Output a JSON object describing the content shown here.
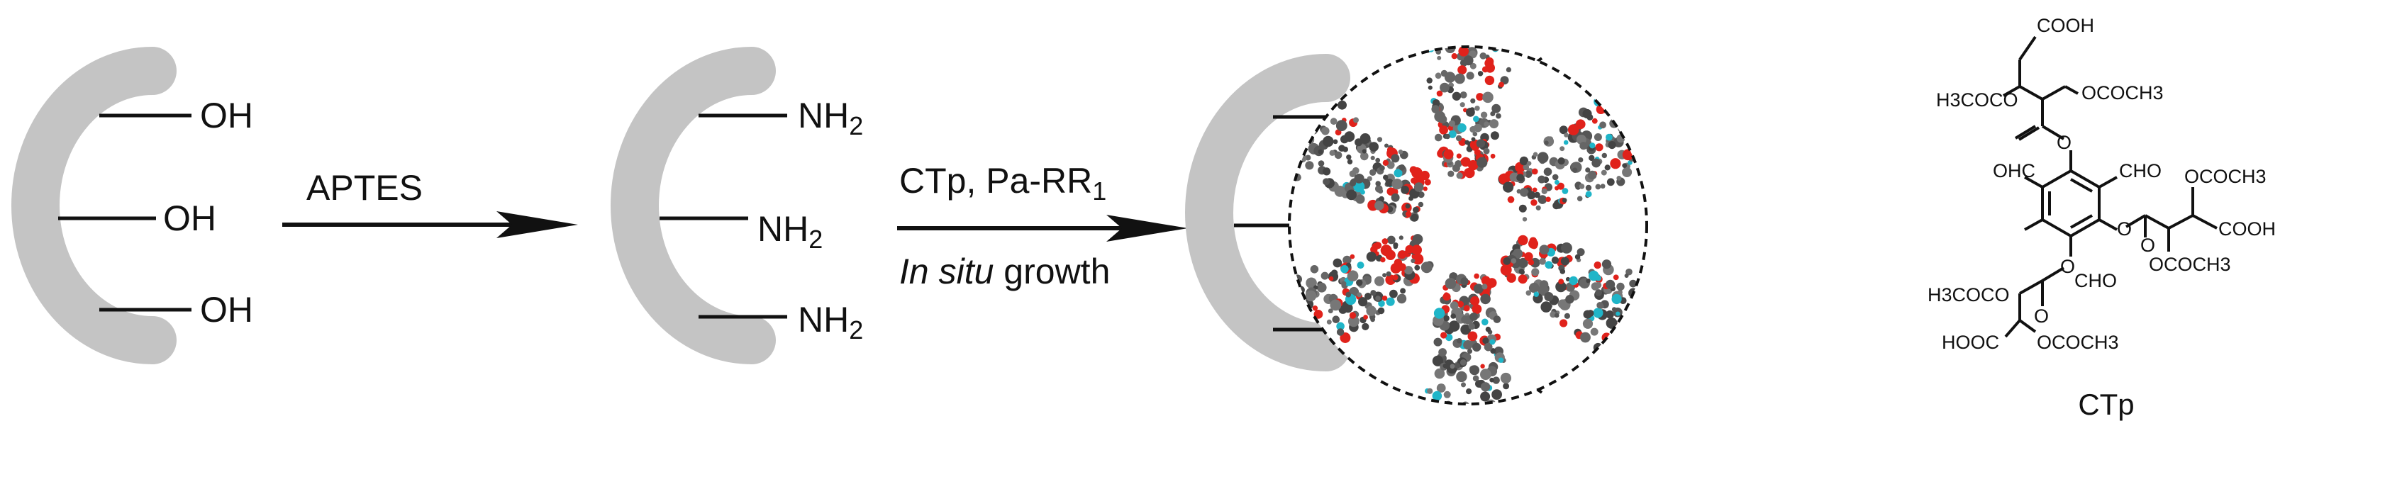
{
  "diagram": {
    "stage1": {
      "groups": [
        "OH",
        "OH",
        "OH"
      ]
    },
    "step1": {
      "reagent": "APTES"
    },
    "stage2": {
      "group_base": "NH",
      "group_sub": "2"
    },
    "step2": {
      "reagent_a": "CTp, Pa-RR",
      "reagent_sub": "1",
      "cond_italic": "In situ",
      "cond_rest": " growth"
    },
    "ctp": {
      "name": "CTp",
      "cooh_top": "COOH",
      "oac_left": "H3COCO",
      "oac_right": "OCOCH3",
      "cho_left": "OHC",
      "cho_right": "CHO",
      "cho_bottom": "CHO",
      "oac_r_top": "OCOCH3",
      "cooh_right": "COOH",
      "oac_r_bottom": "OCOCH3",
      "oac_bl": "H3COCO",
      "hooc_bl": "HOOC",
      "oac_bl2": "OCOCH3"
    }
  }
}
